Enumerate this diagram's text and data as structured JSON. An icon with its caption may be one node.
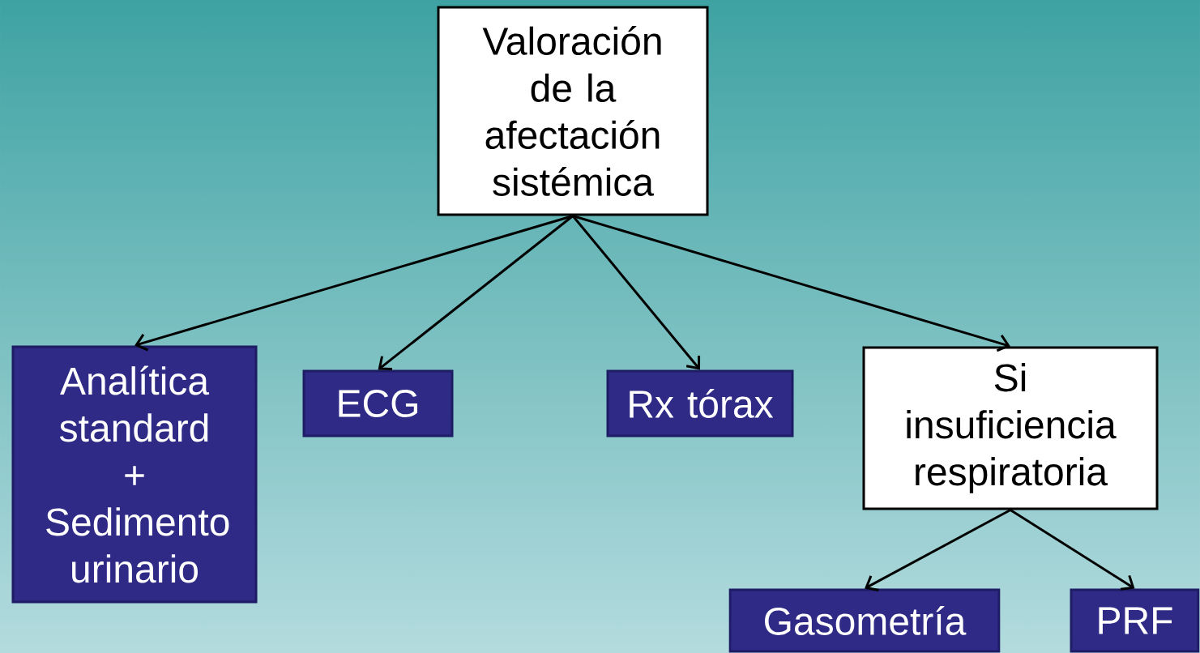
{
  "diagram": {
    "nodes": [
      {
        "text": [
          "Valoración de la afectación sistémica"
        ]
      },
      {
        "text": [
          "Analítica standard + Sedimento urinario"
        ]
      },
      {
        "text": [
          "ECG"
        ]
      },
      {
        "text": [
          "Rx tórax"
        ]
      },
      {
        "text": [
          "Si insuficiencia respiratoria"
        ]
      },
      {
        "text": [
          "Gasometría"
        ]
      },
      {
        "text": [
          "PRF"
        ]
      }
    ],
    "edges": [
      {
        "from": 0,
        "to": 1,
        "arrow": "to"
      },
      {
        "from": 0,
        "to": 2,
        "arrow": "to"
      },
      {
        "from": 0,
        "to": 3,
        "arrow": "to"
      },
      {
        "from": 0,
        "to": 4,
        "arrow": "to"
      },
      {
        "from": 4,
        "to": 5,
        "arrow": "to"
      },
      {
        "from": 4,
        "to": 6,
        "arrow": "to"
      }
    ]
  }
}
